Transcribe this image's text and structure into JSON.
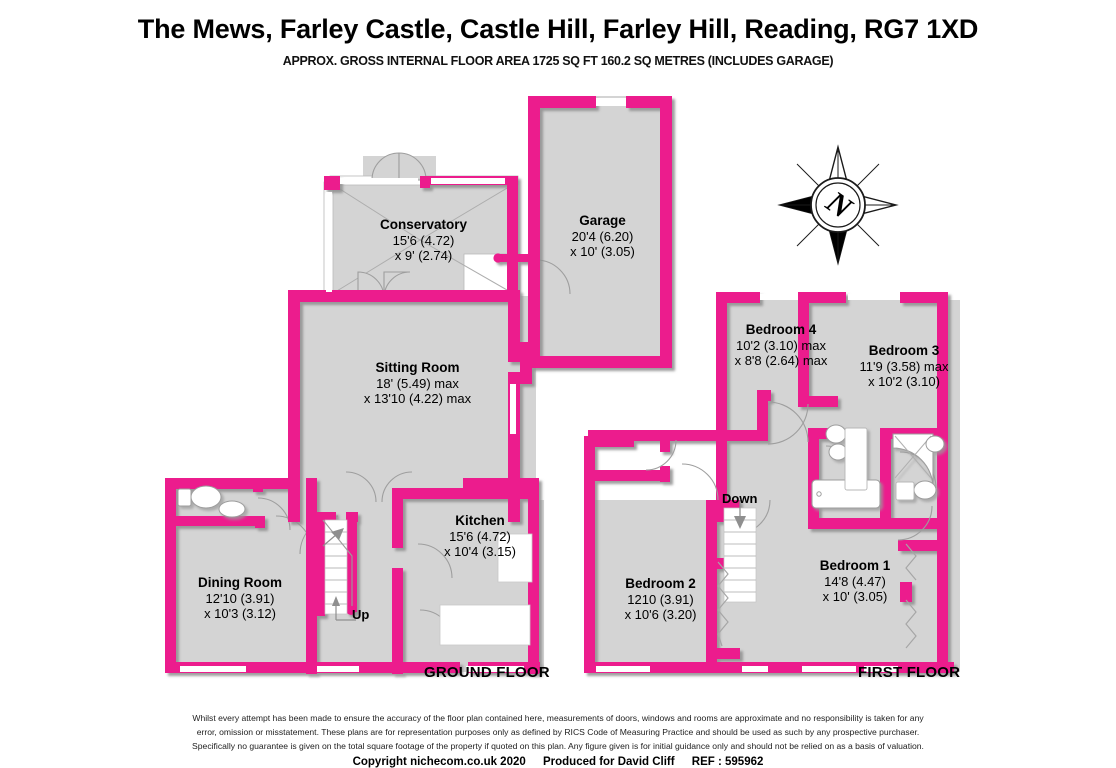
{
  "header": {
    "title": "The Mews, Farley Castle, Castle Hill, Farley Hill, Reading, RG7 1XD",
    "subtitle": "APPROX. GROSS INTERNAL FLOOR AREA 1725 SQ FT 160.2 SQ METRES (INCLUDES GARAGE)"
  },
  "colors": {
    "wall": "#EC1A8D",
    "wall_dark": "#C5146F",
    "floor_fill": "#D4D4D4",
    "shadow": "#9a9a9a",
    "fixture_outline": "#8a8a8a",
    "window": "#FFFFFF",
    "text": "#000000"
  },
  "compass": {
    "name": "compass-rose",
    "letter": "N"
  },
  "floors": [
    {
      "id": "ground",
      "label": "GROUND FLOOR"
    },
    {
      "id": "first",
      "label": "FIRST FLOOR"
    }
  ],
  "rooms": [
    {
      "id": "conservatory",
      "floor": "ground",
      "name": "Conservatory",
      "dim1": "15'6 (4.72)",
      "dim2": "x 9' (2.74)"
    },
    {
      "id": "garage",
      "floor": "ground",
      "name": "Garage",
      "dim1": "20'4 (6.20)",
      "dim2": "x 10' (3.05)"
    },
    {
      "id": "sitting-room",
      "floor": "ground",
      "name": "Sitting Room",
      "dim1": "18' (5.49) max",
      "dim2": "x 13'10 (4.22) max"
    },
    {
      "id": "kitchen",
      "floor": "ground",
      "name": "Kitchen",
      "dim1": "15'6 (4.72)",
      "dim2": "x 10'4 (3.15)"
    },
    {
      "id": "dining-room",
      "floor": "ground",
      "name": "Dining Room",
      "dim1": "12'10 (3.91)",
      "dim2": "x 10'3 (3.12)"
    },
    {
      "id": "bedroom-4",
      "floor": "first",
      "name": "Bedroom 4",
      "dim1": "10'2 (3.10) max",
      "dim2": "x 8'8 (2.64) max"
    },
    {
      "id": "bedroom-3",
      "floor": "first",
      "name": "Bedroom 3",
      "dim1": "11'9 (3.58) max",
      "dim2": "x 10'2 (3.10)"
    },
    {
      "id": "bedroom-2",
      "floor": "first",
      "name": "Bedroom 2",
      "dim1": "1210 (3.91)",
      "dim2": "x 10'6 (3.20)"
    },
    {
      "id": "bedroom-1",
      "floor": "first",
      "name": "Bedroom 1",
      "dim1": "14'8 (4.47)",
      "dim2": "x 10' (3.05)"
    }
  ],
  "stairs": [
    {
      "id": "ground-stairs",
      "label": "Up",
      "direction": "up"
    },
    {
      "id": "first-stairs",
      "label": "Down",
      "direction": "down"
    }
  ],
  "footer": {
    "disclaimer_lines": [
      "Whilst every attempt has been made to ensure the accuracy of the floor plan contained here, measurements of doors, windows and rooms are approximate and no responsibility is taken for any",
      "error, omission or misstatement. These plans are for representation purposes only as defined by RICS Code of Measuring Practice and should be used as such by any prospective purchaser.",
      "Specifically no guarantee is given on the total square footage of the property if quoted on this plan. Any figure given is for initial guidance only and should not be relied on as a basis of valuation."
    ],
    "copyright": "Copyright nichecom.co.uk 2020",
    "produced_for": "Produced for David Cliff",
    "reference": "REF : 595962"
  }
}
